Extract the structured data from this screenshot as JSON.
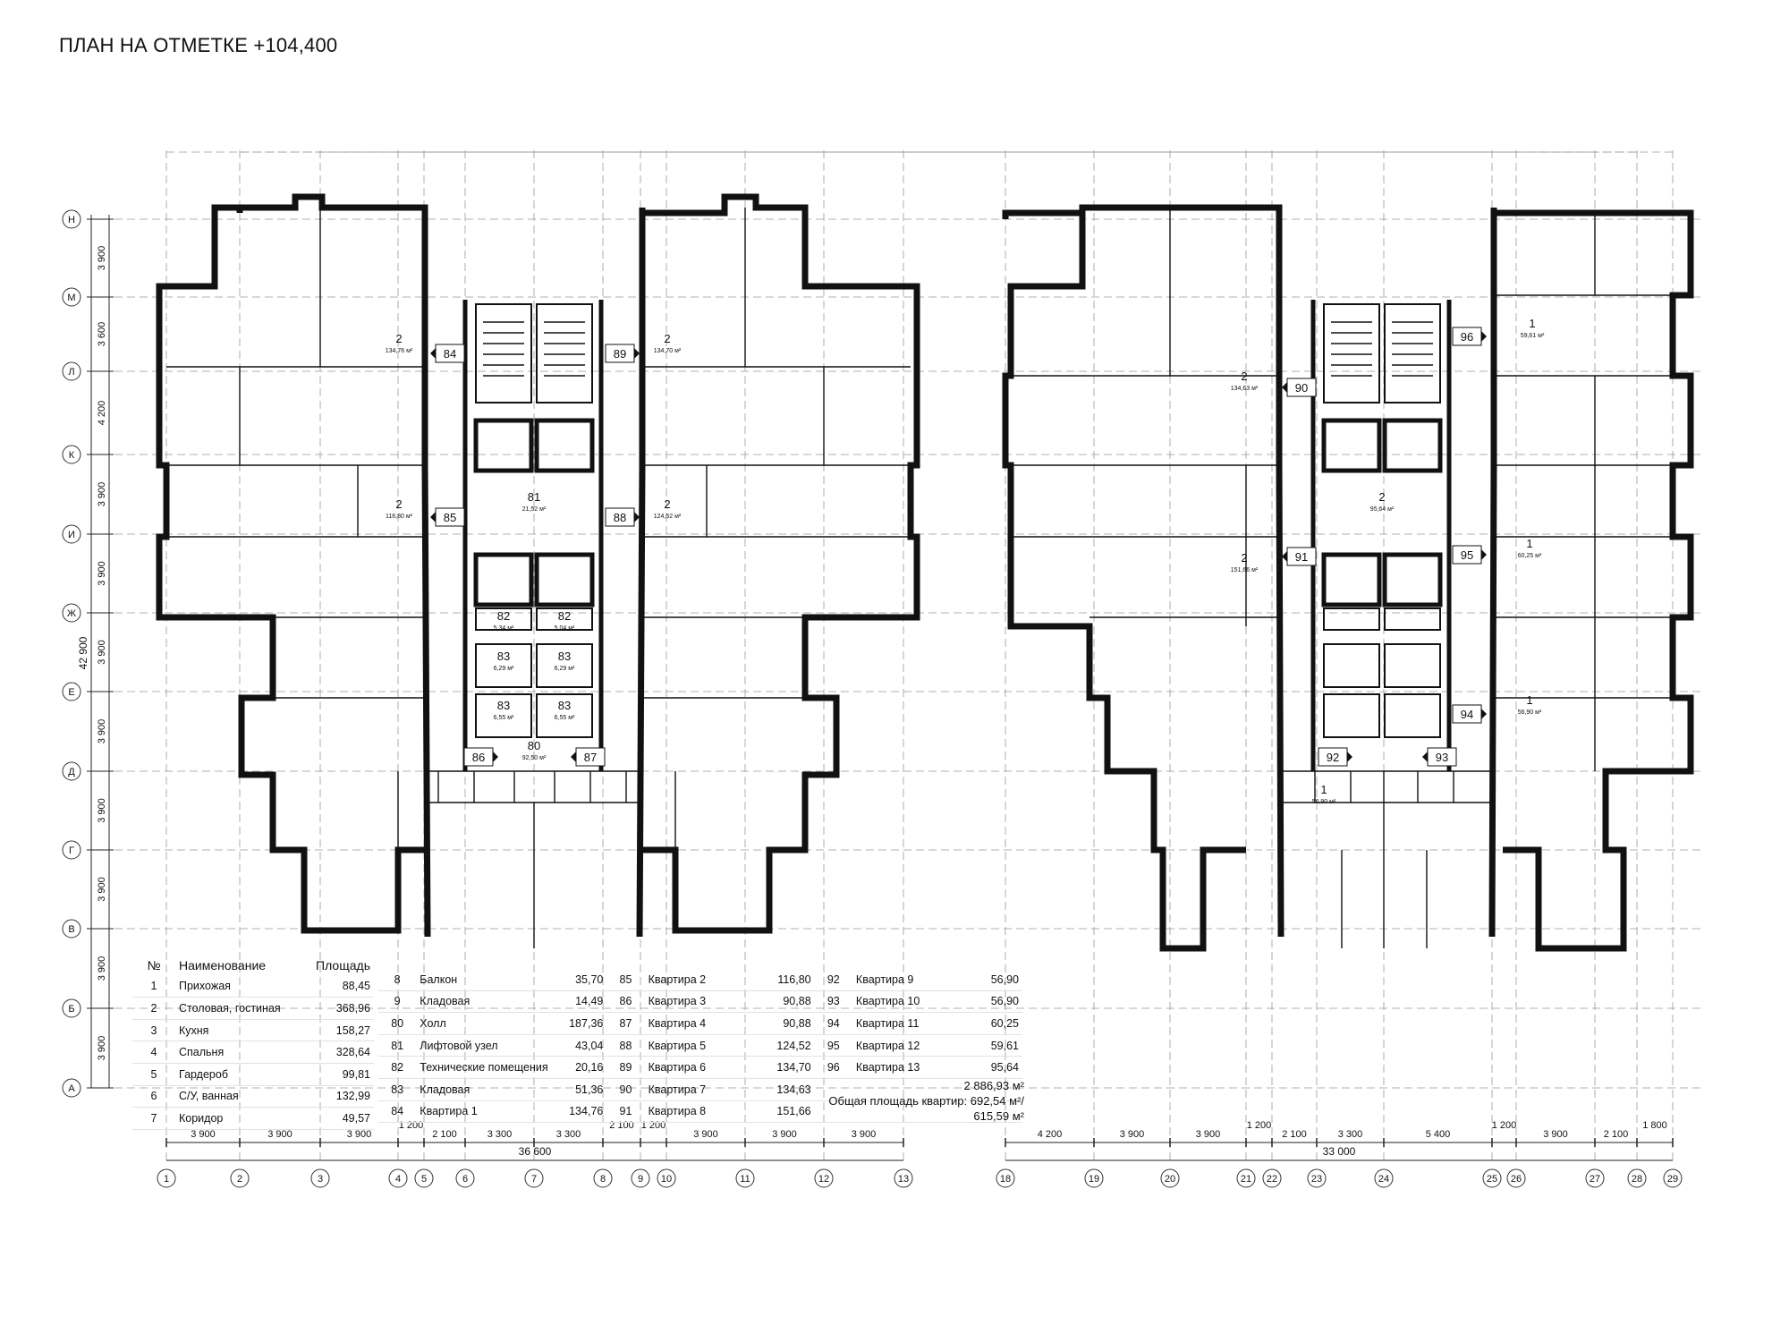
{
  "title": "ПЛАН НА ОТМЕТКЕ +104,400",
  "row_axes": [
    "Н",
    "М",
    "Л",
    "К",
    "И",
    "Ж",
    "Е",
    "Д",
    "Г",
    "В",
    "Б",
    "А"
  ],
  "row_spacings": [
    "3 900",
    "3 600",
    "4 200",
    "3 900",
    "3 900",
    "3 900",
    "3 900",
    "3 900",
    "3 900",
    "3 900",
    "3 900"
  ],
  "row_total": "42 900",
  "col_axes_left": [
    "1",
    "2",
    "3",
    "4",
    "5",
    "6",
    "7",
    "8",
    "9",
    "10",
    "11",
    "12",
    "13"
  ],
  "col_spacings_left": [
    "3 900",
    "3 900",
    "3 900",
    "1 200",
    "2 100",
    "3 300",
    "3 300",
    "2 100",
    "1 200",
    "3 900",
    "3 900",
    "3 900"
  ],
  "col_total_left": "36 600",
  "col_axes_right": [
    "18",
    "19",
    "20",
    "21",
    "22",
    "23",
    "24",
    "25",
    "26",
    "27",
    "28",
    "29"
  ],
  "col_spacings_right": [
    "4 200",
    "3 900",
    "3 900",
    "1 200",
    "2 100",
    "3 300",
    "5 400",
    "1 200",
    "3 900",
    "2 100",
    "1 800"
  ],
  "col_total_right": "33 000",
  "apartment_tags_left": [
    "84",
    "85",
    "86",
    "87",
    "88",
    "89"
  ],
  "apartment_tags_right": [
    "90",
    "91",
    "92",
    "93",
    "94",
    "95",
    "96"
  ],
  "room_labels": [
    {
      "num": "81",
      "area": "21,52 м²"
    },
    {
      "num": "80",
      "area": "92,50 м²"
    },
    {
      "num": "82",
      "area": "5,34 м²"
    },
    {
      "num": "82",
      "area": "5,04 м²"
    },
    {
      "num": "83",
      "area": "6,29 м²"
    },
    {
      "num": "83",
      "area": "6,29 м²"
    },
    {
      "num": "83",
      "area": "6,55 м²"
    },
    {
      "num": "83",
      "area": "6,55 м²"
    },
    {
      "num": "2",
      "area": "134,76 м²"
    },
    {
      "num": "2",
      "area": "116,80 м²"
    },
    {
      "num": "2",
      "area": "124,52 м²"
    },
    {
      "num": "2",
      "area": "134,70 м²"
    },
    {
      "num": "2",
      "area": "134,63 м²"
    },
    {
      "num": "2",
      "area": "151,66 м²"
    },
    {
      "num": "2",
      "area": "95,64 м²"
    },
    {
      "num": "1",
      "area": "59,61 м²"
    },
    {
      "num": "1",
      "area": "60,25 м²"
    },
    {
      "num": "1",
      "area": "56,90 м²"
    },
    {
      "num": "1",
      "area": "56,90 м²"
    }
  ],
  "legend_header": {
    "num": "№",
    "name": "Наименование",
    "area": "Площадь"
  },
  "legend_col1": [
    {
      "num": "1",
      "name": "Прихожая",
      "area": "88,45"
    },
    {
      "num": "2",
      "name": "Столовая, гостиная",
      "area": "368,96"
    },
    {
      "num": "3",
      "name": "Кухня",
      "area": "158,27"
    },
    {
      "num": "4",
      "name": "Спальня",
      "area": "328,64"
    },
    {
      "num": "5",
      "name": "Гардероб",
      "area": "99,81"
    },
    {
      "num": "6",
      "name": "С/У, ванная",
      "area": "132,99"
    },
    {
      "num": "7",
      "name": "Коридор",
      "area": "49,57"
    }
  ],
  "legend_col2": [
    {
      "num": "8",
      "name": "Балкон",
      "area": "35,70"
    },
    {
      "num": "9",
      "name": "Кладовая",
      "area": "14,49"
    },
    {
      "num": "80",
      "name": "Холл",
      "area": "187,36"
    },
    {
      "num": "81",
      "name": "Лифтовой узел",
      "area": "43,04"
    },
    {
      "num": "82",
      "name": "Технические помещения",
      "area": "20,16"
    },
    {
      "num": "83",
      "name": "Кладовая",
      "area": "51,36"
    },
    {
      "num": "84",
      "name": "Квартира 1",
      "area": "134,76"
    }
  ],
  "legend_col3": [
    {
      "num": "85",
      "name": "Квартира 2",
      "area": "116,80"
    },
    {
      "num": "86",
      "name": "Квартира 3",
      "area": "90,88"
    },
    {
      "num": "87",
      "name": "Квартира 4",
      "area": "90,88"
    },
    {
      "num": "88",
      "name": "Квартира 5",
      "area": "124,52"
    },
    {
      "num": "89",
      "name": "Квартира 6",
      "area": "134,70"
    },
    {
      "num": "90",
      "name": "Квартира 7",
      "area": "134,63"
    },
    {
      "num": "91",
      "name": "Квартира 8",
      "area": "151,66"
    }
  ],
  "legend_col4": [
    {
      "num": "92",
      "name": "Квартира 9",
      "area": "56,90"
    },
    {
      "num": "93",
      "name": "Квартира 10",
      "area": "56,90"
    },
    {
      "num": "94",
      "name": "Квартира 11",
      "area": "60,25"
    },
    {
      "num": "95",
      "name": "Квартира 12",
      "area": "59,61"
    },
    {
      "num": "96",
      "name": "Квартира 13",
      "area": "95,64"
    }
  ],
  "total_area": "2 886,93 м²",
  "apartments_area_line1": "Общая площадь квартир: 692,54 м²/",
  "apartments_area_line2": "615,59 м²"
}
